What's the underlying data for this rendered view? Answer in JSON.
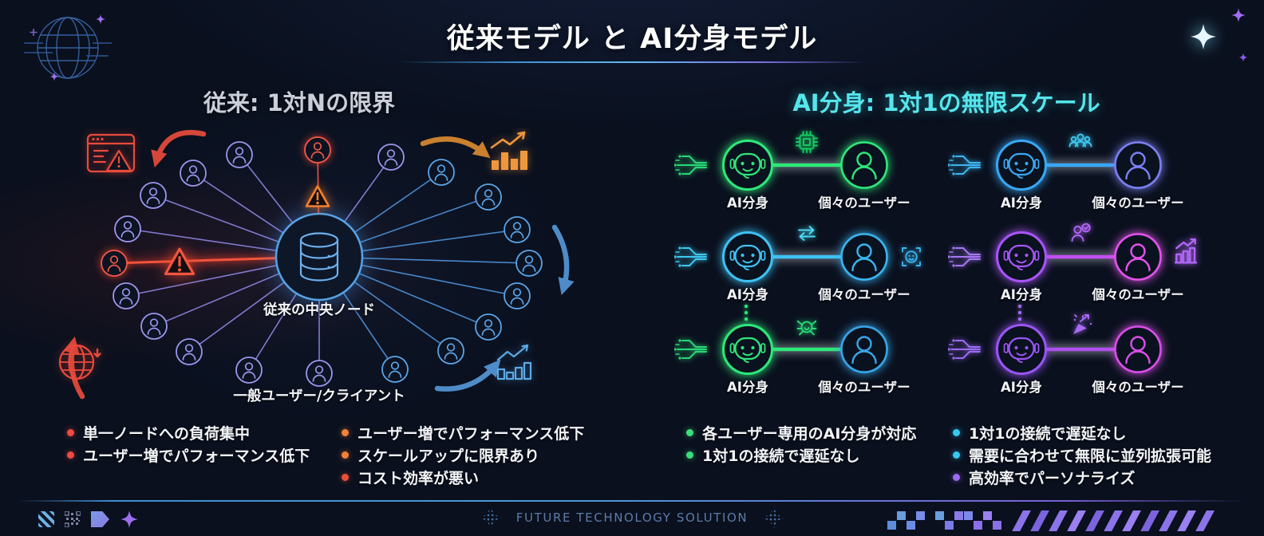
{
  "title": "従来モデル と AI分身モデル",
  "left": {
    "header": "従来: 1対Nの限界",
    "center_node_label": "従来の中央ノード",
    "clients_label": "一般ユーザー/クライアント",
    "bullets_col1": [
      {
        "text": "単一ノードへの負荷集中",
        "color": "#ef4a42"
      },
      {
        "text": "ユーザー増でパフォーマンス低下",
        "color": "#ef4a42"
      }
    ],
    "bullets_col2": [
      {
        "text": "ユーザー増でパフォーマンス低下",
        "color": "#f2803a"
      },
      {
        "text": "スケールアップに限界あり",
        "color": "#f2803a"
      },
      {
        "text": "コスト効率が悪い",
        "color": "#e8503a"
      }
    ]
  },
  "right": {
    "header": "AI分身: 1対1の無限スケール",
    "ai_label": "AI分身",
    "user_label": "個々のユーザー",
    "pairs": [
      {
        "icon": "chip-icon",
        "ai": "#2ee87a",
        "user": "#2ee87a",
        "line": "#2ee87a",
        "circuit": "#2ad877",
        "accent": "#17c964"
      },
      {
        "icon": "sync-arrows-icon",
        "ai": "#3ec2f5",
        "user": "#3ab5ef",
        "line": "#3ec2f5",
        "circuit": "#3ec8f0",
        "accent": "#4ad9f2",
        "extra_icon": "face-scan-icon"
      },
      {
        "icon": "bot-icon",
        "ai": "#2ee87a",
        "user": "#38a6e8",
        "line": "#2ee87a",
        "circuit": "#2ad877",
        "accent": "#2ad877"
      },
      {
        "icon": "team-icon",
        "ai": "#38a8f5",
        "user": "#7b80f2",
        "line": "#38a8f5",
        "circuit": "#3eb5f0",
        "accent": "#3ec8f0"
      },
      {
        "icon": "person-check-icon",
        "ai": "#a855f7",
        "user": "#e253ea",
        "line": "#c44ff2",
        "circuit": "#a678f5",
        "accent": "#b065f5",
        "extra_icon": "growth-chart-icon"
      },
      {
        "icon": "party-popper-icon",
        "ai": "#9a55f5",
        "user": "#d94fe8",
        "line": "#b050f0",
        "circuit": "#9a6cf2",
        "accent": "#a86af2"
      }
    ],
    "bullets_col1": [
      {
        "text": "各ユーザー専用のAI分身が対応",
        "color": "#3adf7c"
      },
      {
        "text": "1対1の接続で遅延なし",
        "color": "#3adf7c"
      }
    ],
    "bullets_col2": [
      {
        "text": "1対1の接続で遅延なし",
        "color": "#38c8f0"
      },
      {
        "text": "需要に合わせて無限に並列拡張可能",
        "color": "#38c8f0"
      },
      {
        "text": "高効率でパーソナライズ",
        "color": "#9a6cf2"
      }
    ]
  },
  "footer": {
    "brand": "FUTURE TECHNOLOGY SOLUTION",
    "icons": [
      "stripe-square-icon",
      "qr-pattern-icon",
      "tag-arrow-icon",
      "sparkle-icon",
      "dotted-cross-icon",
      "checker-pattern-icon",
      "stripes-pattern-icon"
    ]
  },
  "colors": {
    "background": "#0a101e",
    "title": "#ffffff",
    "left_header": "#c9ced8",
    "right_header": "#55e6ec",
    "traditional_red": "#ef5546",
    "traditional_purple": "#9d95ec",
    "traditional_blue": "#5aa4e8",
    "warning_orange": "#f08030"
  }
}
